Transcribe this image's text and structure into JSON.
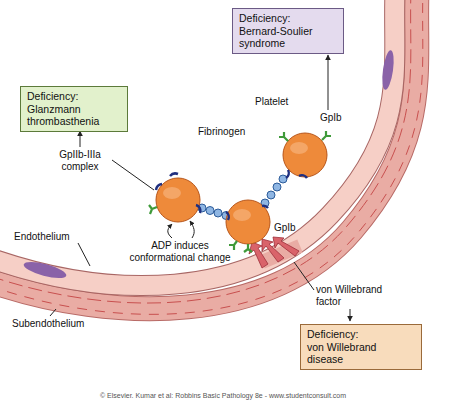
{
  "diagram": {
    "nodes": [
      {
        "text": [
          "Deficiency:",
          "Bernard-Soulier syndrome"
        ]
      },
      {
        "text": [
          "Deficiency:",
          "Glanzmann thrombasthenia"
        ]
      },
      {
        "text": [
          "Deficiency:",
          "von Willebrand disease"
        ]
      }
    ],
    "labels": [
      "Platelet",
      "GpIb",
      "GpIIb-IIIa complex",
      "Fibrinogen",
      "GpIb",
      "ADP induces conformational change",
      "Endothelium",
      "von Willebrand factor",
      "Subendothelium",
      "© Elsevier. Kumar et al: Robbins Basic Pathology 8e - www.studentconsult.com"
    ]
  }
}
